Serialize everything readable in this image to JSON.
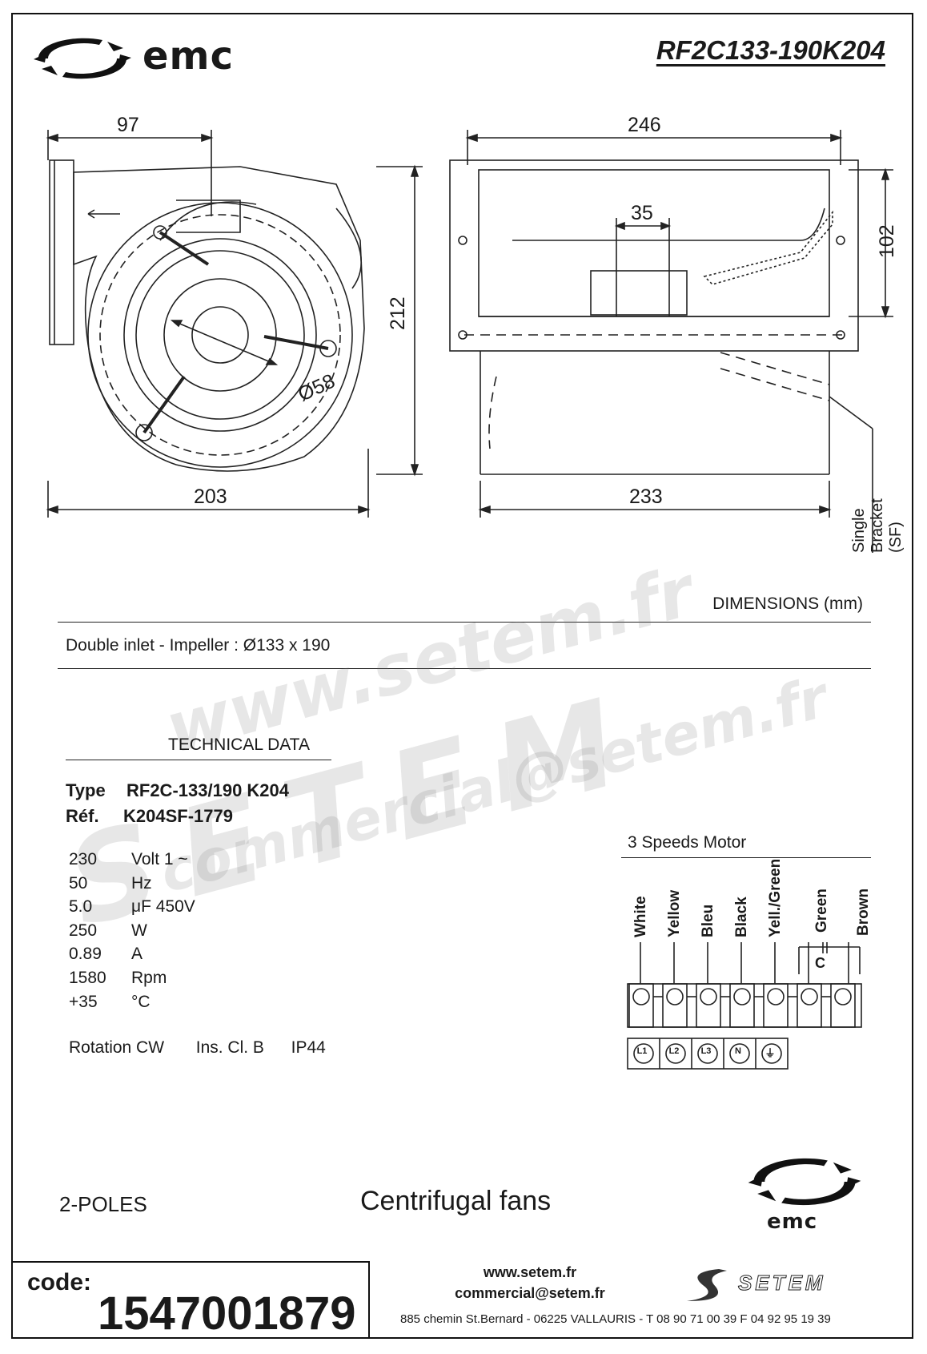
{
  "header": {
    "brand": "emc",
    "model": "RF2C133-190K204"
  },
  "dimensions": {
    "front": {
      "top_width": "97",
      "bottom_width": "203",
      "height": "212",
      "hole": "Ø58"
    },
    "side": {
      "top_width": "246",
      "inner": "35",
      "height": "102",
      "bottom_width": "233",
      "bracket": "Single Bracket (SF)"
    },
    "label": "DIMENSIONS (mm)"
  },
  "description": "Double inlet  -  Impeller : Ø133 x 190",
  "technical": {
    "heading": "TECHNICAL DATA",
    "type_label": "Type",
    "type_value": "RF2C-133/190 K204",
    "ref_label": "Réf.",
    "ref_value": "K204SF-1779",
    "specs": [
      {
        "value": "230",
        "unit": "Volt  1 ~"
      },
      {
        "value": "50",
        "unit": "Hz"
      },
      {
        "value": "5.0",
        "unit": "μF  450V"
      },
      {
        "value": "250",
        "unit": "W"
      },
      {
        "value": "0.89",
        "unit": "A"
      },
      {
        "value": "1580",
        "unit": "Rpm"
      },
      {
        "value": "+35",
        "unit": "°C"
      }
    ],
    "rotation": "Rotation CW",
    "insulation": "Ins. Cl. B",
    "ip": "IP44"
  },
  "motor": {
    "heading": "3 Speeds Motor",
    "wires": [
      "White",
      "Yellow",
      "Bleu",
      "Black",
      "Yell./Green",
      "Green",
      "Brown"
    ],
    "capacitor": "C",
    "terminals": [
      "L1",
      "L2",
      "L3",
      "N",
      "⏚"
    ]
  },
  "footer": {
    "poles": "2-POLES",
    "category": "Centrifugal fans",
    "code_label": "code:",
    "code_value": "1547001879",
    "web": "www.setem.fr",
    "email": "commercial@setem.fr",
    "address": "885 chemin St.Bernard  -  06225 VALLAURIS  -  T 08 90 71 00 39   F 04 92 95 19 39",
    "setem_brand": "SETEM",
    "emc_brand": "emc"
  },
  "watermark": {
    "line1": "www.setem.fr",
    "line2": "SETEM",
    "line3": "commercial@setem.fr"
  }
}
